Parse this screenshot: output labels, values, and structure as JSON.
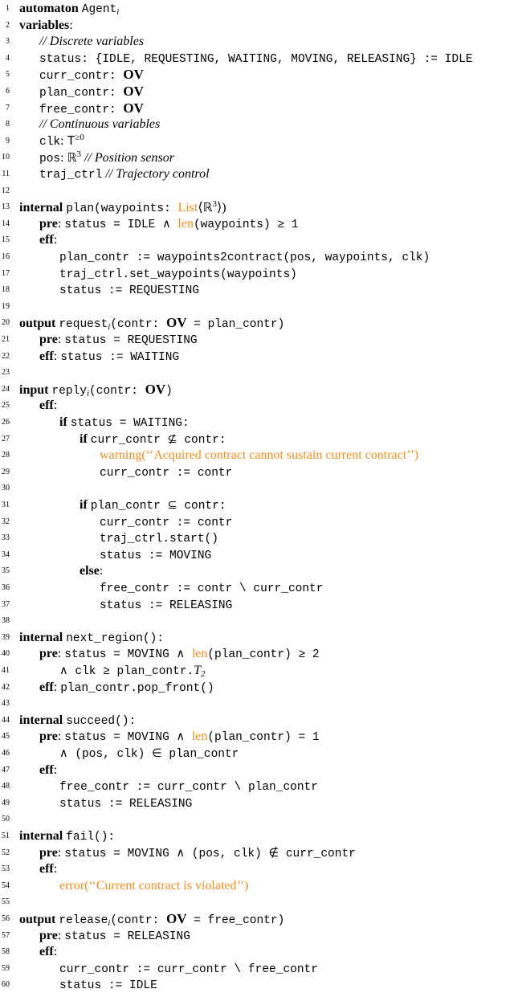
{
  "lines": [
    {
      "n": "1",
      "parts": [
        [
          "kw",
          "automaton"
        ],
        [
          "sp",
          " "
        ],
        [
          "tt",
          "Agent"
        ],
        [
          "sub",
          "i"
        ]
      ]
    },
    {
      "n": "2",
      "parts": [
        [
          "kw",
          "variables"
        ],
        [
          "rm",
          ":"
        ]
      ]
    },
    {
      "n": "3",
      "parts": [
        [
          "cm",
          "// Discrete variables"
        ]
      ]
    },
    {
      "n": "4",
      "parts": [
        [
          "tt",
          "status: {IDLE, REQUESTING, WAITING, MOVING, RELEASING} := IDLE"
        ]
      ]
    },
    {
      "n": "5",
      "parts": [
        [
          "tt",
          "curr_contr: "
        ],
        [
          "ov",
          "OV"
        ]
      ]
    },
    {
      "n": "6",
      "parts": [
        [
          "tt",
          "plan_contr: "
        ],
        [
          "ov",
          "OV"
        ]
      ]
    },
    {
      "n": "7",
      "parts": [
        [
          "tt",
          "free_contr: "
        ],
        [
          "ov",
          "OV"
        ]
      ]
    },
    {
      "n": "8",
      "parts": [
        [
          "cm",
          "// Continuous variables"
        ]
      ]
    },
    {
      "n": "9",
      "parts": [
        [
          "tt",
          "clk"
        ],
        [
          "rm",
          ": "
        ],
        [
          "ssT",
          "T"
        ],
        [
          "sup",
          "≥0"
        ]
      ]
    },
    {
      "n": "10",
      "parts": [
        [
          "tt",
          "pos"
        ],
        [
          "rm",
          ": "
        ],
        [
          "bb",
          "ℝ"
        ],
        [
          "sup",
          "3"
        ],
        [
          "rm",
          "  "
        ],
        [
          "cm",
          "// Position sensor"
        ]
      ]
    },
    {
      "n": "11",
      "parts": [
        [
          "tt",
          "traj_ctrl"
        ],
        [
          "rm",
          " "
        ],
        [
          "cm",
          "// Trajectory control"
        ]
      ]
    },
    {
      "n": "12",
      "parts": []
    },
    {
      "n": "13",
      "parts": [
        [
          "kw",
          "internal"
        ],
        [
          "sp",
          " "
        ],
        [
          "tt",
          "plan(waypoints: "
        ],
        [
          "or",
          "List"
        ],
        [
          "rm",
          "⟨"
        ],
        [
          "bb",
          "ℝ"
        ],
        [
          "sup",
          "3"
        ],
        [
          "rm",
          "⟩)"
        ]
      ]
    },
    {
      "n": "14",
      "parts": [
        [
          "kw",
          "pre"
        ],
        [
          "rm",
          ": "
        ],
        [
          "tt",
          "status = IDLE ∧ "
        ],
        [
          "or",
          "len"
        ],
        [
          "tt",
          "(waypoints) ≥ 1"
        ]
      ]
    },
    {
      "n": "15",
      "parts": [
        [
          "kw",
          "eff"
        ],
        [
          "rm",
          ":"
        ]
      ]
    },
    {
      "n": "16",
      "parts": [
        [
          "tt",
          "plan_contr := waypoints2contract(pos, waypoints, clk)"
        ]
      ]
    },
    {
      "n": "17",
      "parts": [
        [
          "tt",
          "traj_ctrl.set_waypoints(waypoints)"
        ]
      ]
    },
    {
      "n": "18",
      "parts": [
        [
          "tt",
          "status := REQUESTING"
        ]
      ]
    },
    {
      "n": "19",
      "parts": []
    },
    {
      "n": "20",
      "parts": [
        [
          "kw",
          "output"
        ],
        [
          "sp",
          " "
        ],
        [
          "tt",
          "request"
        ],
        [
          "sub",
          "i"
        ],
        [
          "tt",
          "(contr: "
        ],
        [
          "ov",
          "OV"
        ],
        [
          "tt",
          " = plan_contr)"
        ]
      ]
    },
    {
      "n": "21",
      "parts": [
        [
          "kw",
          "pre"
        ],
        [
          "rm",
          ": "
        ],
        [
          "tt",
          "status = REQUESTING"
        ]
      ]
    },
    {
      "n": "22",
      "parts": [
        [
          "kw",
          "eff"
        ],
        [
          "rm",
          ": "
        ],
        [
          "tt",
          "status := WAITING"
        ]
      ]
    },
    {
      "n": "23",
      "parts": []
    },
    {
      "n": "24",
      "parts": [
        [
          "kw",
          "input"
        ],
        [
          "sp",
          " "
        ],
        [
          "tt",
          "reply"
        ],
        [
          "sub",
          "i"
        ],
        [
          "tt",
          "(contr: "
        ],
        [
          "ov",
          "OV"
        ],
        [
          "tt",
          ")"
        ]
      ]
    },
    {
      "n": "25",
      "parts": [
        [
          "kw",
          "eff"
        ],
        [
          "rm",
          ":"
        ]
      ]
    },
    {
      "n": "26",
      "parts": [
        [
          "kw",
          "if"
        ],
        [
          "sp",
          " "
        ],
        [
          "tt",
          "status = WAITING:"
        ]
      ]
    },
    {
      "n": "27",
      "parts": [
        [
          "kw",
          "if"
        ],
        [
          "sp",
          " "
        ],
        [
          "tt",
          "curr_contr ⊈ contr:"
        ]
      ]
    },
    {
      "n": "28",
      "parts": [
        [
          "or",
          "warning(‘‘Acquired contract cannot sustain current contract’’)"
        ]
      ]
    },
    {
      "n": "29",
      "parts": [
        [
          "tt",
          "curr_contr := contr"
        ]
      ]
    },
    {
      "n": "30",
      "parts": []
    },
    {
      "n": "31",
      "parts": [
        [
          "kw",
          "if"
        ],
        [
          "sp",
          " "
        ],
        [
          "tt",
          "plan_contr ⊆ contr:"
        ]
      ]
    },
    {
      "n": "32",
      "parts": [
        [
          "tt",
          "curr_contr := contr"
        ]
      ]
    },
    {
      "n": "33",
      "parts": [
        [
          "tt",
          "traj_ctrl.start()"
        ]
      ]
    },
    {
      "n": "34",
      "parts": [
        [
          "tt",
          "status := MOVING"
        ]
      ]
    },
    {
      "n": "35",
      "parts": [
        [
          "kw",
          "else"
        ],
        [
          "rm",
          ":"
        ]
      ]
    },
    {
      "n": "36",
      "parts": [
        [
          "tt",
          "free_contr := contr \\ curr_contr"
        ]
      ]
    },
    {
      "n": "37",
      "parts": [
        [
          "tt",
          "status := RELEASING"
        ]
      ]
    },
    {
      "n": "38",
      "parts": []
    },
    {
      "n": "39",
      "parts": [
        [
          "kw",
          "internal"
        ],
        [
          "sp",
          " "
        ],
        [
          "tt",
          "next_region():"
        ]
      ]
    },
    {
      "n": "40",
      "parts": [
        [
          "kw",
          "pre"
        ],
        [
          "rm",
          ": "
        ],
        [
          "tt",
          "status = MOVING ∧ "
        ],
        [
          "or",
          "len"
        ],
        [
          "tt",
          "(plan_contr) ≥ 2"
        ]
      ]
    },
    {
      "n": "41",
      "parts": [
        [
          "tt",
          "∧ clk ≥ plan_contr."
        ],
        [
          "it",
          "T"
        ],
        [
          "sub",
          "2"
        ]
      ]
    },
    {
      "n": "42",
      "parts": [
        [
          "kw",
          "eff"
        ],
        [
          "rm",
          ": "
        ],
        [
          "tt",
          "plan_contr.pop_front()"
        ]
      ]
    },
    {
      "n": "43",
      "parts": []
    },
    {
      "n": "44",
      "parts": [
        [
          "kw",
          "internal"
        ],
        [
          "sp",
          " "
        ],
        [
          "tt",
          "succeed():"
        ]
      ]
    },
    {
      "n": "45",
      "parts": [
        [
          "kw",
          "pre"
        ],
        [
          "rm",
          ": "
        ],
        [
          "tt",
          "status = MOVING ∧ "
        ],
        [
          "or",
          "len"
        ],
        [
          "tt",
          "(plan_contr) = 1"
        ]
      ]
    },
    {
      "n": "46",
      "parts": [
        [
          "tt",
          "∧ (pos, clk) ∈ plan_contr"
        ]
      ]
    },
    {
      "n": "47",
      "parts": [
        [
          "kw",
          "eff"
        ],
        [
          "rm",
          ":"
        ]
      ]
    },
    {
      "n": "48",
      "parts": [
        [
          "tt",
          "free_contr := curr_contr \\ plan_contr"
        ]
      ]
    },
    {
      "n": "49",
      "parts": [
        [
          "tt",
          "status := RELEASING"
        ]
      ]
    },
    {
      "n": "50",
      "parts": []
    },
    {
      "n": "51",
      "parts": [
        [
          "kw",
          "internal"
        ],
        [
          "sp",
          " "
        ],
        [
          "tt",
          "fail():"
        ]
      ]
    },
    {
      "n": "52",
      "parts": [
        [
          "kw",
          "pre"
        ],
        [
          "rm",
          ": "
        ],
        [
          "tt",
          "status = MOVING ∧ (pos, clk) ∉ curr_contr"
        ]
      ]
    },
    {
      "n": "53",
      "parts": [
        [
          "kw",
          "eff"
        ],
        [
          "rm",
          ":"
        ]
      ]
    },
    {
      "n": "54",
      "parts": [
        [
          "or",
          "error(‘‘Current contract is violated’’)"
        ]
      ]
    },
    {
      "n": "55",
      "parts": []
    },
    {
      "n": "56",
      "parts": [
        [
          "kw",
          "output"
        ],
        [
          "sp",
          " "
        ],
        [
          "tt",
          "release"
        ],
        [
          "sub",
          "i"
        ],
        [
          "tt",
          "(contr: "
        ],
        [
          "ov",
          "OV"
        ],
        [
          "tt",
          " = free_contr)"
        ]
      ]
    },
    {
      "n": "57",
      "parts": [
        [
          "kw",
          "pre"
        ],
        [
          "rm",
          ": "
        ],
        [
          "tt",
          "status = RELEASING"
        ]
      ]
    },
    {
      "n": "58",
      "parts": [
        [
          "kw",
          "eff"
        ],
        [
          "rm",
          ":"
        ]
      ]
    },
    {
      "n": "59",
      "parts": [
        [
          "tt",
          "curr_contr := curr_contr \\ free_contr"
        ]
      ]
    },
    {
      "n": "60",
      "parts": [
        [
          "tt",
          "status := IDLE"
        ]
      ]
    }
  ]
}
